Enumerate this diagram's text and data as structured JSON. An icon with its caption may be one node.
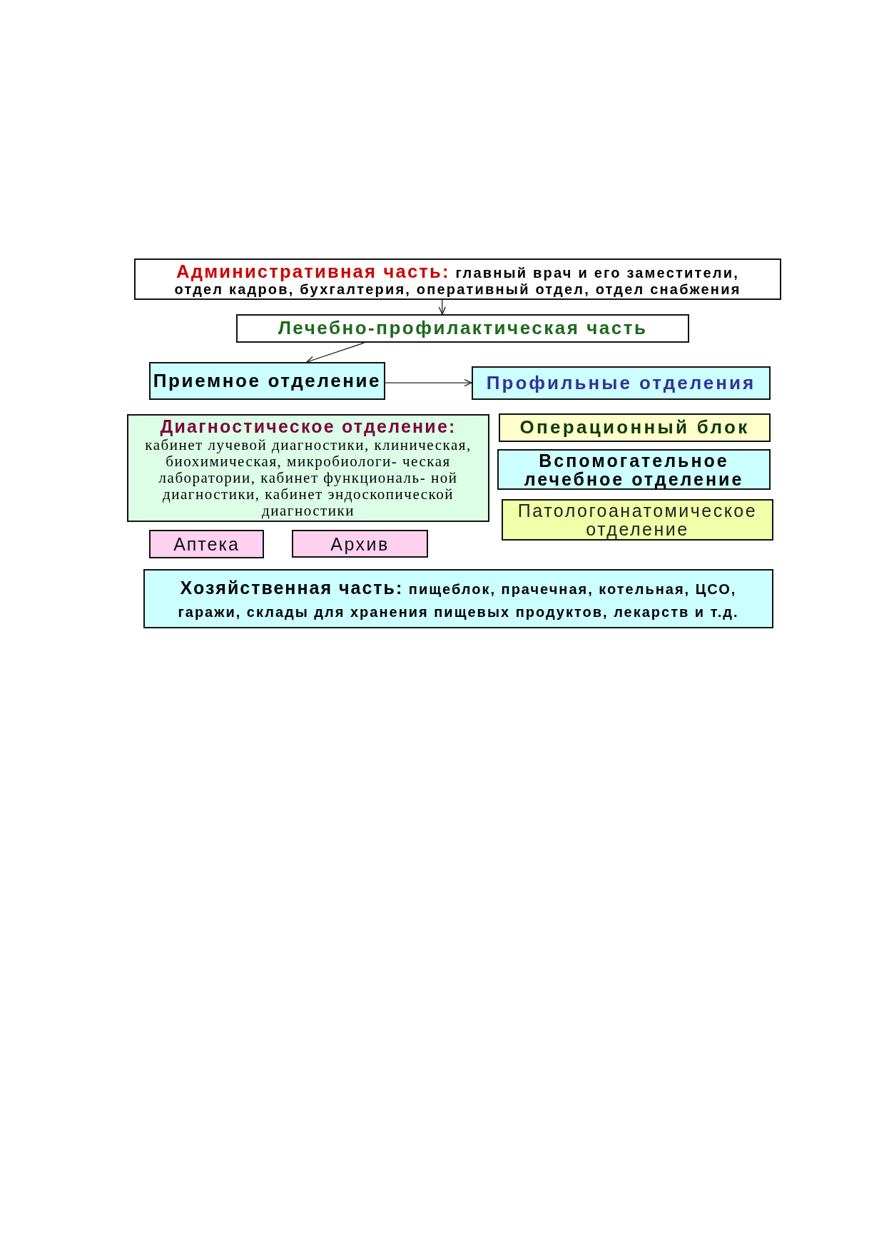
{
  "diagram": {
    "nodes": [
      {
        "text": [
          "**Административная часть:** главный врач и его заместители, отдел кадров, бухгалтерия, оперативный отдел, отдел снабжения"
        ]
      },
      {
        "text": [
          "Лечебно-профилактическая часть"
        ]
      },
      {
        "text": [
          "Приемное отделение"
        ]
      },
      {
        "text": [
          "Профильные отделения"
        ]
      },
      {
        "text": [
          "Диагностическое отделение:",
          "кабинет лучевой диагностики, клиническая, биохимическая, микробиологи- ческая лаборатории, кабинет функциональ- ной диагностики, кабинет эндоскопической диагностики"
        ]
      },
      {
        "text": [
          "Операционный блок"
        ]
      },
      {
        "text": [
          "Вспомогательное лечебное отделение"
        ]
      },
      {
        "text": [
          "Патологоанатомическое отделение"
        ]
      },
      {
        "text": [
          "Аптека"
        ]
      },
      {
        "text": [
          "Архив"
        ]
      },
      {
        "text": [
          "**Хозяйственная часть:** пищеблок, прачечная, котельная, ЦСО, гаражи, склады для хранения пищевых продуктов, лекарств и т.д."
        ]
      }
    ],
    "edges": [
      {
        "from": 0,
        "to": 1,
        "arrow": "to"
      },
      {
        "from": 1,
        "to": 2,
        "arrow": "to"
      },
      {
        "from": 2,
        "to": 3,
        "arrow": "to"
      }
    ]
  }
}
